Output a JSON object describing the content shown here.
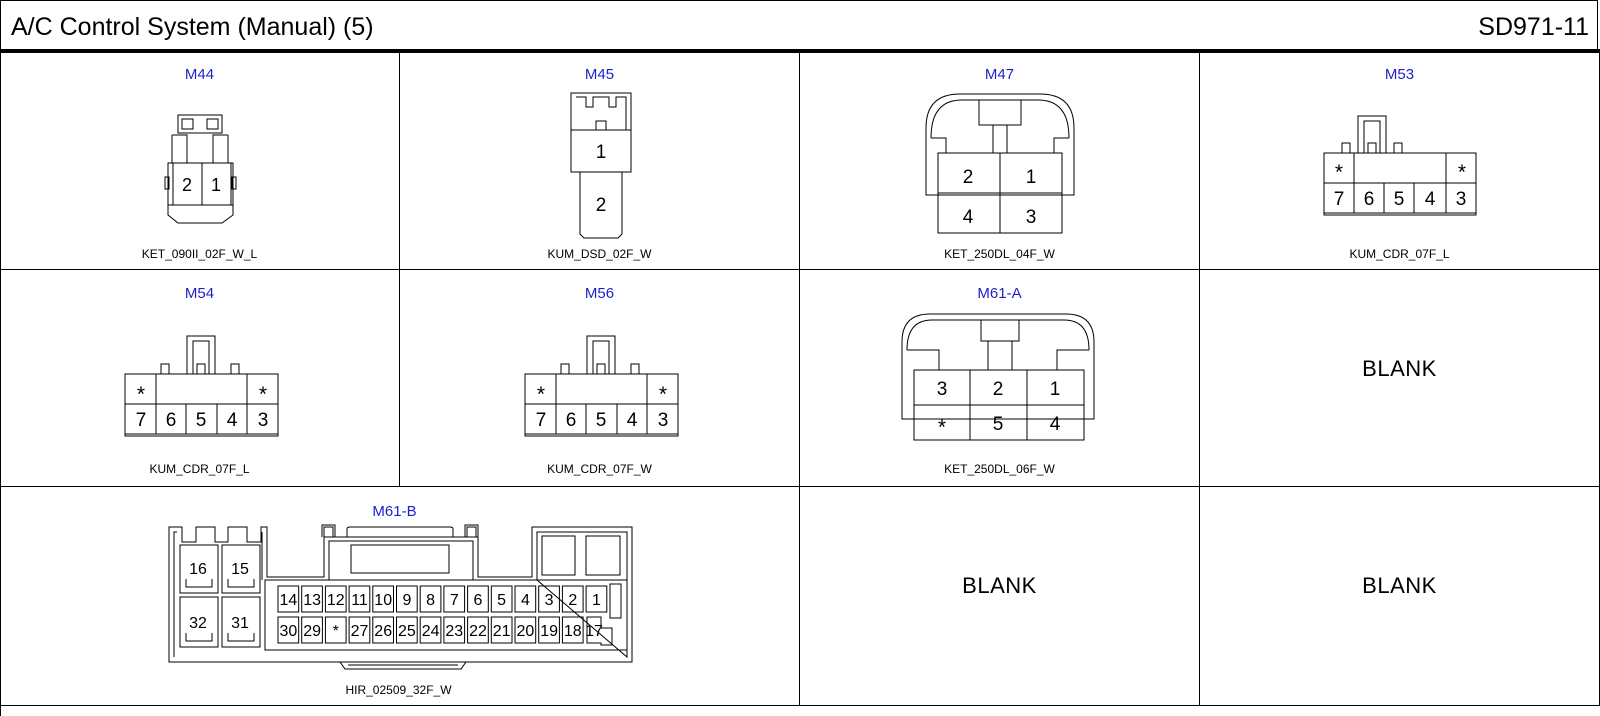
{
  "header": {
    "title": "A/C Control System (Manual) (5)",
    "code": "SD971-11"
  },
  "connectors": {
    "m44": {
      "id": "M44",
      "type": "KET_090II_02F_W_L",
      "pins": [
        "2",
        "1"
      ]
    },
    "m45": {
      "id": "M45",
      "type": "KUM_DSD_02F_W",
      "pins": [
        "1",
        "2"
      ]
    },
    "m47": {
      "id": "M47",
      "type": "KET_250DL_04F_W",
      "pins": [
        "2",
        "1",
        "4",
        "3"
      ]
    },
    "m53": {
      "id": "M53",
      "type": "KUM_CDR_07F_L",
      "top": [
        "*",
        "*"
      ],
      "pins": [
        "7",
        "6",
        "5",
        "4",
        "3"
      ]
    },
    "m54": {
      "id": "M54",
      "type": "KUM_CDR_07F_L",
      "top": [
        "*",
        "*"
      ],
      "pins": [
        "7",
        "6",
        "5",
        "4",
        "3"
      ]
    },
    "m56": {
      "id": "M56",
      "type": "KUM_CDR_07F_W",
      "top": [
        "*",
        "*"
      ],
      "pins": [
        "7",
        "6",
        "5",
        "4",
        "3"
      ]
    },
    "m61a": {
      "id": "M61-A",
      "type": "KET_250DL_06F_W",
      "pins": [
        "3",
        "2",
        "1",
        "*",
        "5",
        "4"
      ]
    },
    "m61b": {
      "id": "M61-B",
      "type": "HIR_02509_32F_W",
      "big": [
        "16",
        "15",
        "32",
        "31"
      ],
      "row1": [
        "14",
        "13",
        "12",
        "11",
        "10",
        "9",
        "8",
        "7",
        "6",
        "5",
        "4",
        "3",
        "2",
        "1"
      ],
      "row2": [
        "30",
        "29",
        "*",
        "27",
        "26",
        "25",
        "24",
        "23",
        "22",
        "21",
        "20",
        "19",
        "18",
        "17"
      ]
    }
  },
  "blanks": {
    "r2c4": "BLANK",
    "r3c3": "BLANK",
    "r3c4": "BLANK"
  }
}
